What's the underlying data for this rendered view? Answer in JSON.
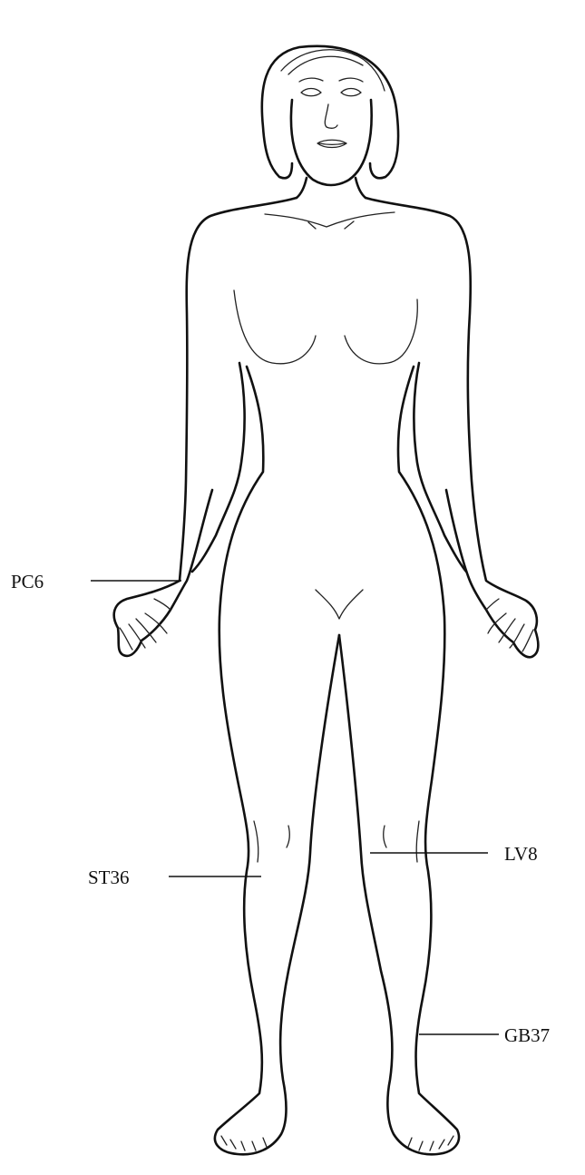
{
  "diagram": {
    "labels": [
      {
        "id": "pc6",
        "text": "PC6"
      },
      {
        "id": "st36",
        "text": "ST36"
      },
      {
        "id": "lv8",
        "text": "LV8"
      },
      {
        "id": "gb37",
        "text": "GB37"
      }
    ]
  },
  "colors": {
    "line": "#111111",
    "background": "#ffffff"
  }
}
